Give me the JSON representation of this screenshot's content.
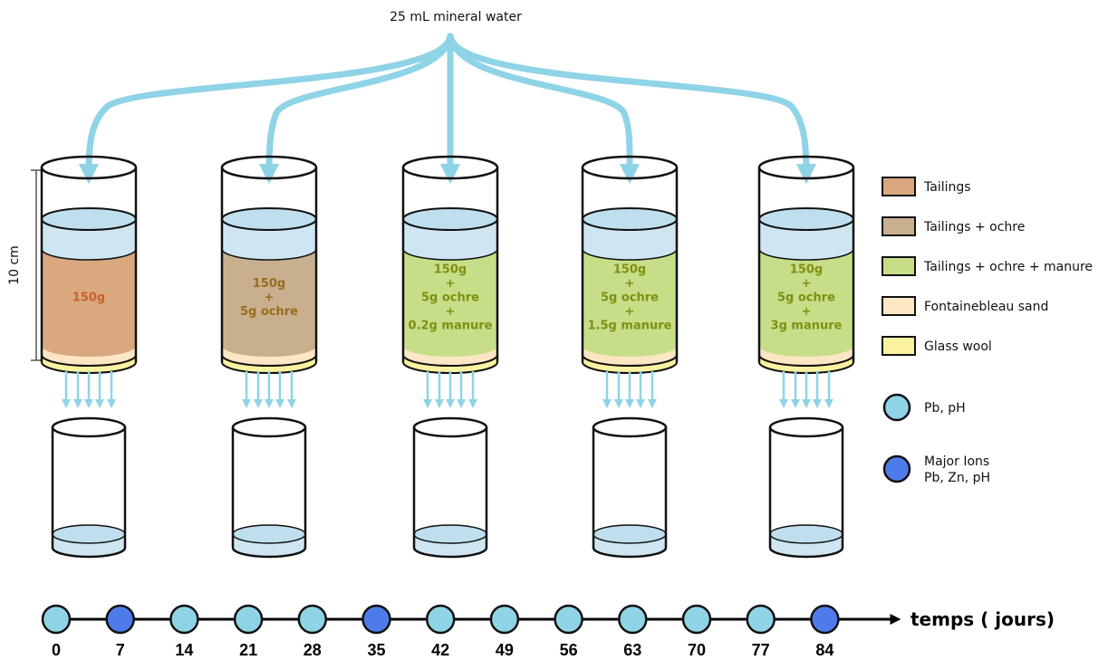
{
  "source_label": "25 mL mineral water",
  "height_label": "10 cm",
  "columns": [
    {
      "lines": [
        "150g"
      ],
      "fill": "tailings"
    },
    {
      "lines": [
        "150g",
        "+",
        "5g ochre"
      ],
      "fill": "tailings_ochre"
    },
    {
      "lines": [
        "150g",
        "+",
        "5g ochre",
        "+",
        "0.2g manure"
      ],
      "fill": "tailings_ochre_manure"
    },
    {
      "lines": [
        "150g",
        "+",
        "5g ochre",
        "+",
        "1.5g manure"
      ],
      "fill": "tailings_ochre_manure"
    },
    {
      "lines": [
        "150g",
        "+",
        "5g ochre",
        "+",
        "3g manure"
      ],
      "fill": "tailings_ochre_manure"
    }
  ],
  "legend": {
    "items": [
      {
        "label": "Tailings",
        "color": "#d9a87f"
      },
      {
        "label": "Tailings + ochre",
        "color": "#c8b08e"
      },
      {
        "label": "Tailings + ochre + manure",
        "color": "#c7de88"
      },
      {
        "label": "Fontainebleau sand",
        "color": "#fde6c4"
      },
      {
        "label": "Glass wool",
        "color": "#faf2a0"
      }
    ],
    "markers": [
      {
        "lines": [
          "Pb, pH"
        ],
        "color": "#8fd3e6"
      },
      {
        "lines": [
          "Major Ions",
          "Pb, Zn, pH"
        ],
        "color": "#4f7bea"
      }
    ]
  },
  "timeline": {
    "axis_label": "temps ( jours)",
    "days": [
      {
        "day": "0",
        "type": "light"
      },
      {
        "day": "7",
        "type": "dark"
      },
      {
        "day": "14",
        "type": "light"
      },
      {
        "day": "21",
        "type": "light"
      },
      {
        "day": "28",
        "type": "light"
      },
      {
        "day": "35",
        "type": "dark"
      },
      {
        "day": "42",
        "type": "light"
      },
      {
        "day": "49",
        "type": "light"
      },
      {
        "day": "56",
        "type": "light"
      },
      {
        "day": "63",
        "type": "light"
      },
      {
        "day": "70",
        "type": "light"
      },
      {
        "day": "77",
        "type": "light"
      },
      {
        "day": "84",
        "type": "dark"
      }
    ]
  },
  "colors": {
    "water": "#cfe6f2",
    "water_top": "#bfdfee",
    "arrow": "#8fd3e6",
    "tailings": "#d9a87f",
    "tailings_ochre": "#c8b08e",
    "tailings_ochre_manure": "#c7de88",
    "sand": "#fde6c4",
    "glass_wool": "#faf2a0",
    "text_tailings": "#c8612a",
    "text_ochre": "#9b6a1e",
    "text_manure": "#7f8f12",
    "marker_light": "#8fd3e6",
    "marker_dark": "#4f7bea"
  }
}
